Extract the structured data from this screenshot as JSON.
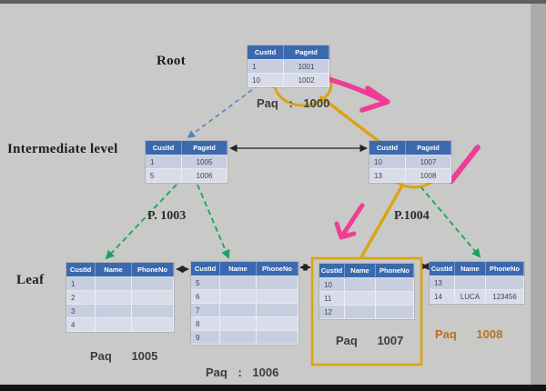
{
  "levels": {
    "root_label": "Root",
    "intermediate_label": "Intermediate level",
    "leaf_label": "Leaf"
  },
  "pages": {
    "root": "Paq : 1000",
    "int_left": "P. 1003",
    "int_right": "P.1004",
    "leaf1": "Paq 1005",
    "leaf2": "Paq : 1006",
    "leaf3": "Paq 1007",
    "leaf4": "Paq 1008"
  },
  "tables": {
    "root": {
      "headers": [
        "CustId",
        "PageId"
      ],
      "rows": [
        [
          "1",
          "1001"
        ],
        [
          "10",
          "1002"
        ]
      ]
    },
    "int_left": {
      "headers": [
        "CustId",
        "PageId"
      ],
      "rows": [
        [
          "1",
          "1005"
        ],
        [
          "5",
          "1006"
        ]
      ]
    },
    "int_right": {
      "headers": [
        "CustId",
        "PageId"
      ],
      "rows": [
        [
          "10",
          "1007"
        ],
        [
          "13",
          "1008"
        ]
      ]
    },
    "leaf_1005": {
      "headers": [
        "CustId",
        "Name",
        "PhoneNo"
      ],
      "rows": [
        [
          "1",
          "",
          ""
        ],
        [
          "2",
          "",
          ""
        ],
        [
          "3",
          "",
          ""
        ],
        [
          "4",
          "",
          ""
        ]
      ]
    },
    "leaf_1006": {
      "headers": [
        "CustId",
        "Name",
        "PhoneNo"
      ],
      "rows": [
        [
          "5",
          "",
          ""
        ],
        [
          "6",
          "",
          ""
        ],
        [
          "7",
          "",
          ""
        ],
        [
          "8",
          "",
          ""
        ],
        [
          "9",
          "",
          ""
        ]
      ]
    },
    "leaf_1007": {
      "headers": [
        "CustId",
        "Name",
        "PhoneNo"
      ],
      "rows": [
        [
          "10",
          "",
          ""
        ],
        [
          "11",
          "",
          ""
        ],
        [
          "12",
          "",
          ""
        ]
      ]
    },
    "leaf_1008": {
      "headers": [
        "CustId",
        "Name",
        "PhoneNo"
      ],
      "rows": [
        [
          "13",
          "",
          ""
        ],
        [
          "14",
          "LUCA",
          "123456"
        ]
      ]
    }
  },
  "colors": {
    "background": "#c9c9c7",
    "table_header_blue": "#3a69ae",
    "row_dark": "#c7cee0",
    "row_light": "#dadde9",
    "annotation_yellow": "#dba414",
    "annotation_pink": "#ef3d96",
    "link_green": "#18a35f",
    "link_blue": "#5b83c4",
    "link_black": "#222222",
    "orange_label": "#b7701f"
  }
}
